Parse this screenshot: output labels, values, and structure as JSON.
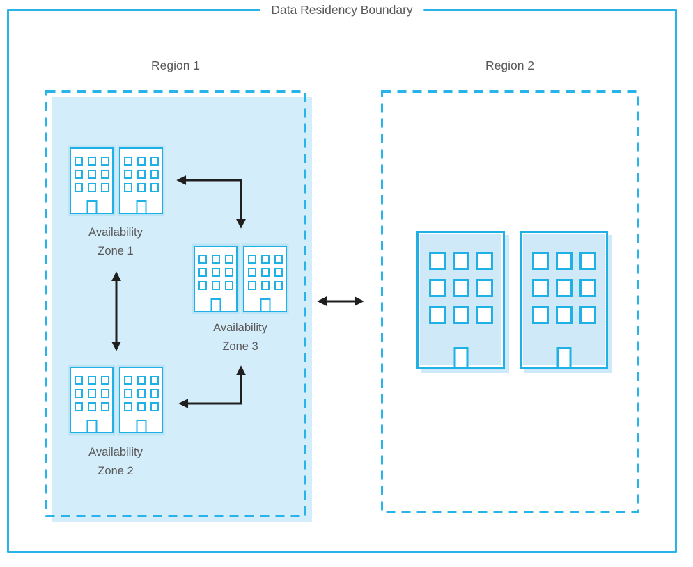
{
  "title": "Data Residency Boundary",
  "regions": {
    "region1": {
      "label": "Region 1"
    },
    "region2": {
      "label": "Region 2"
    }
  },
  "zones": {
    "az1": {
      "line1": "Availability",
      "line2": "Zone 1"
    },
    "az2": {
      "line1": "Availability",
      "line2": "Zone 2"
    },
    "az3": {
      "line1": "Availability",
      "line2": "Zone 3"
    }
  },
  "icons": {
    "building": "building-icon",
    "arrow": "double-headed-arrow-icon"
  },
  "colors": {
    "accent": "#29b4e9",
    "region-fill": "#d4edfa",
    "building-border": "#1fb0e6",
    "building-fill": "#cfe9f8",
    "arrow": "#1f1f1f",
    "label-text": "#595959",
    "background": "#ffffff"
  }
}
